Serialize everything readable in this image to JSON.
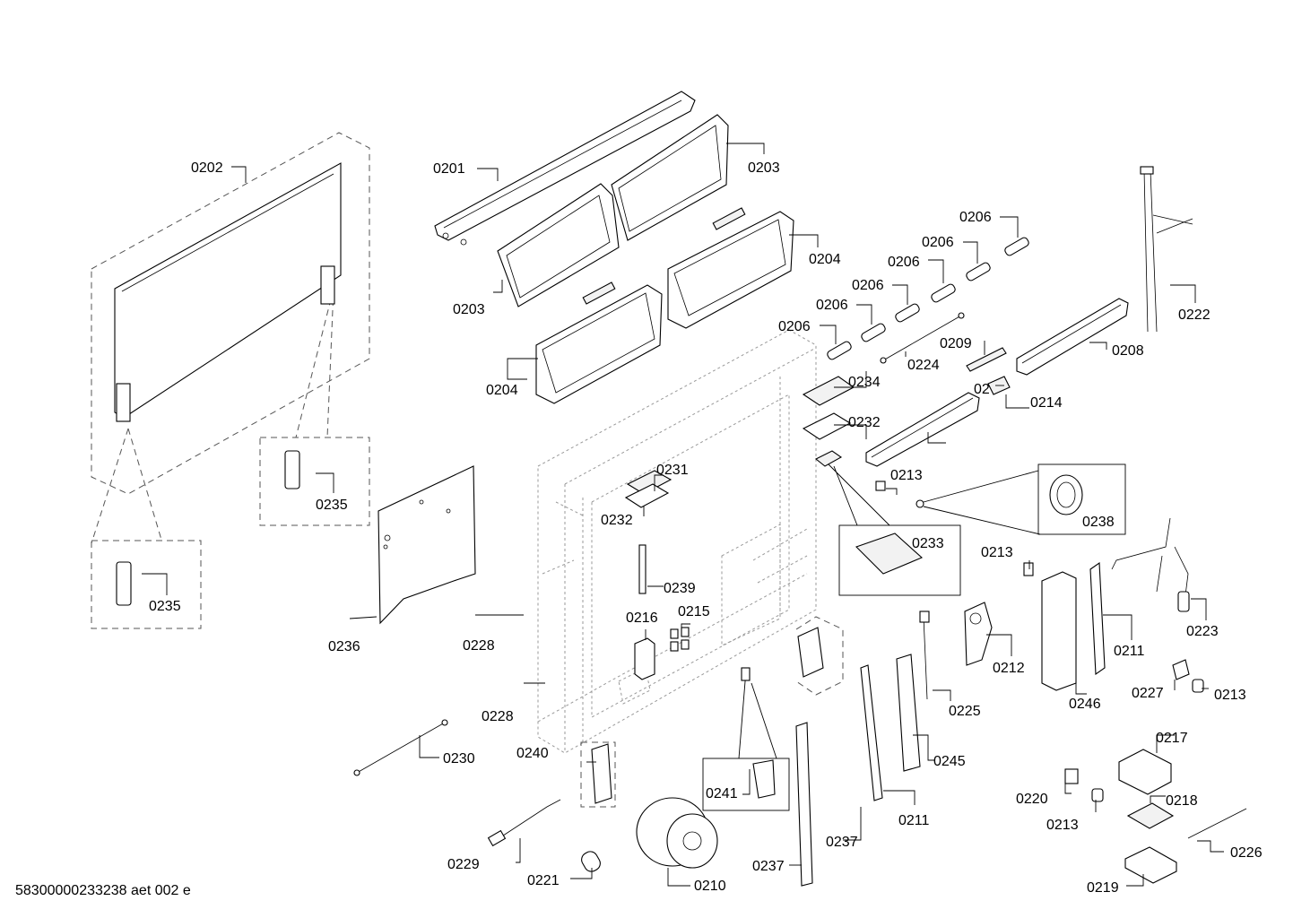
{
  "labels": {
    "p0201": "0201",
    "p0202": "0202",
    "p0203a": "0203",
    "p0203b": "0203",
    "p0204a": "0204",
    "p0204b": "0204",
    "p0206a": "0206",
    "p0206b": "0206",
    "p0206c": "0206",
    "p0206d": "0206",
    "p0206e": "0206",
    "p0206f": "0206",
    "p0208": "0208",
    "p0209": "0209",
    "p0210": "0210",
    "p0211a": "0211",
    "p0211b": "0211",
    "p0212": "0212",
    "p0213a": "0213",
    "p0213b": "0213",
    "p0213c": "0213",
    "p0213d": "0213",
    "p0214": "0214",
    "p0215": "0215",
    "p0216": "0216",
    "p0217": "0217",
    "p0218": "0218",
    "p0219": "0219",
    "p0220": "0220",
    "p0221": "0221",
    "p0222": "0222",
    "p0223": "0223",
    "p0224": "0224",
    "p0225": "0225",
    "p0226": "0226",
    "p0227": "0227",
    "p0228a": "0228",
    "p0228b": "0228",
    "p0229": "0229",
    "p0230": "0230",
    "p0231": "0231",
    "p0232a": "0232",
    "p0232b": "0232",
    "p0233": "0233",
    "p0234": "0234",
    "p0235a": "0235",
    "p0235b": "0235",
    "p0236": "0236",
    "p0237a": "0237",
    "p0237b": "0237",
    "p0238": "0238",
    "p0239": "0239",
    "p0240": "0240",
    "p0241": "0241",
    "p0245": "0245",
    "p0246": "0246",
    "p0207": "02"
  },
  "footer": {
    "document_id": "58300000233238 aet 002 e"
  }
}
